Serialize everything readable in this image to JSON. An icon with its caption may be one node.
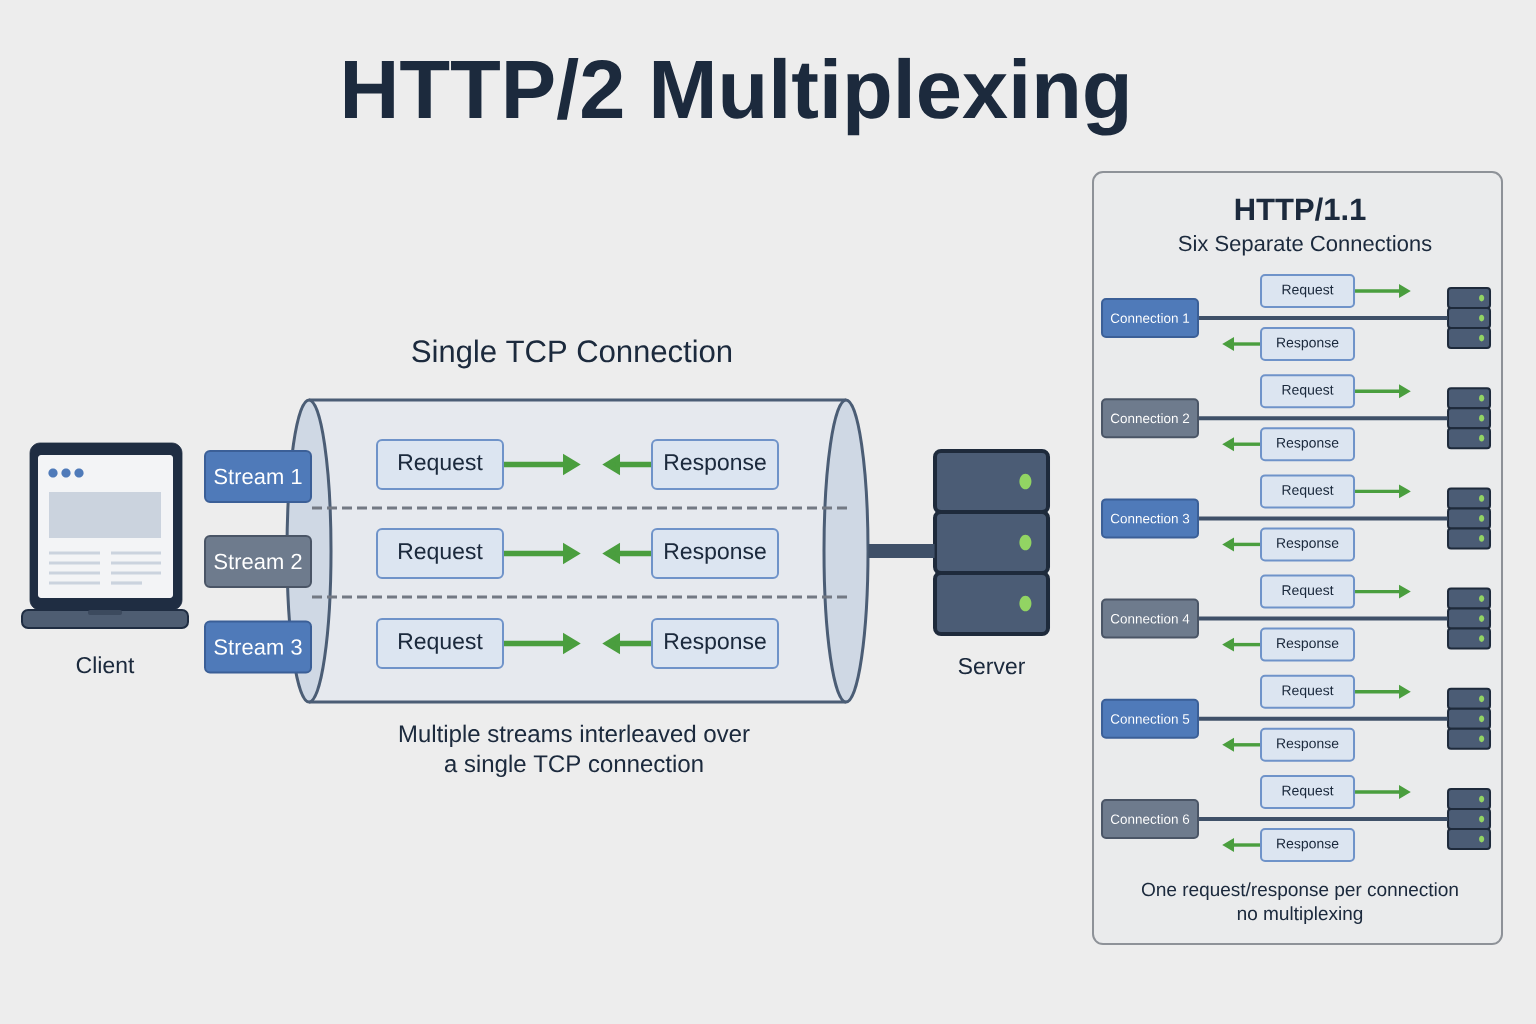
{
  "diagram": {
    "title": "HTTP/2 Multiplexing",
    "nodes": [
      {
        "text": [],
        "shape": "picture",
        "beside": [
          "Client"
        ]
      },
      {
        "text": [
          "Stream 1"
        ]
      },
      {
        "text": [
          "Stream 2"
        ]
      },
      {
        "text": [
          "Stream 3"
        ]
      },
      {
        "text": [
          "Single TCP Connection"
        ],
        "beside": [
          "Multiple streams interleaved over a single TCP connection"
        ]
      },
      {
        "text": [
          "Request"
        ],
        "in": 4
      },
      {
        "text": [
          "Response"
        ],
        "in": 4
      },
      {
        "text": [
          "Request"
        ],
        "in": 4
      },
      {
        "text": [
          "Response"
        ],
        "in": 4
      },
      {
        "text": [
          "Request"
        ],
        "in": 4
      },
      {
        "text": [
          "Response"
        ],
        "in": 4
      },
      {
        "text": [],
        "shape": "picture",
        "beside": [
          "Server"
        ]
      },
      {
        "text": [
          "HTTP/1.1",
          "Six Separate Connections",
          "One request/response per connection no multiplexing"
        ]
      },
      {
        "text": [
          "Connection 1"
        ],
        "in": 12
      },
      {
        "text": [
          "Request"
        ],
        "in": 12
      },
      {
        "text": [
          "Response"
        ],
        "in": 12
      },
      {
        "text": [],
        "shape": "picture",
        "in": 12
      },
      {
        "text": [
          "Connection 2"
        ],
        "in": 12
      },
      {
        "text": [
          "Request"
        ],
        "in": 12
      },
      {
        "text": [
          "Response"
        ],
        "in": 12
      },
      {
        "text": [],
        "shape": "picture",
        "in": 12
      },
      {
        "text": [
          "Connection 3"
        ],
        "in": 12
      },
      {
        "text": [
          "Request"
        ],
        "in": 12
      },
      {
        "text": [
          "Response"
        ],
        "in": 12
      },
      {
        "text": [],
        "shape": "picture",
        "in": 12
      },
      {
        "text": [
          "Connection 4"
        ],
        "in": 12
      },
      {
        "text": [
          "Request"
        ],
        "in": 12
      },
      {
        "text": [
          "Response"
        ],
        "in": 12
      },
      {
        "text": [],
        "shape": "picture",
        "in": 12
      },
      {
        "text": [
          "Connection 5"
        ],
        "in": 12
      },
      {
        "text": [
          "Request"
        ],
        "in": 12
      },
      {
        "text": [
          "Response"
        ],
        "in": 12
      },
      {
        "text": [],
        "shape": "picture",
        "in": 12
      },
      {
        "text": [
          "Connection 6"
        ],
        "in": 12
      },
      {
        "text": [
          "Request"
        ],
        "in": 12
      },
      {
        "text": [
          "Response"
        ],
        "in": 12
      },
      {
        "text": [],
        "shape": "picture",
        "in": 12
      }
    ],
    "edges": [
      {
        "from": 5,
        "to": null,
        "arrow": "to"
      },
      {
        "from": 6,
        "to": null,
        "arrow": "to"
      },
      {
        "from": 7,
        "to": null,
        "arrow": "to"
      },
      {
        "from": 8,
        "to": null,
        "arrow": "to"
      },
      {
        "from": 9,
        "to": null,
        "arrow": "to"
      },
      {
        "from": 10,
        "to": null,
        "arrow": "to"
      },
      {
        "from": 4,
        "to": 11,
        "arrow": "none",
        "style": "thick",
        "color": "#3f5068"
      },
      {
        "from": 13,
        "to": 16,
        "arrow": "none",
        "color": "#3f5068"
      },
      {
        "from": 14,
        "to": null,
        "arrow": "to"
      },
      {
        "from": 15,
        "to": null,
        "arrow": "to"
      },
      {
        "from": 17,
        "to": 20,
        "arrow": "none",
        "color": "#3f5068"
      },
      {
        "from": 18,
        "to": null,
        "arrow": "to"
      },
      {
        "from": 19,
        "to": null,
        "arrow": "to"
      },
      {
        "from": 21,
        "to": 24,
        "arrow": "none",
        "color": "#3f5068"
      },
      {
        "from": 22,
        "to": null,
        "arrow": "to"
      },
      {
        "from": 23,
        "to": null,
        "arrow": "to"
      },
      {
        "from": 25,
        "to": 28,
        "arrow": "none",
        "color": "#3f5068"
      },
      {
        "from": 26,
        "to": null,
        "arrow": "to"
      },
      {
        "from": 27,
        "to": null,
        "arrow": "to"
      },
      {
        "from": 29,
        "to": 32,
        "arrow": "none",
        "color": "#3f5068"
      },
      {
        "from": 30,
        "to": null,
        "arrow": "to"
      },
      {
        "from": 31,
        "to": null,
        "arrow": "to"
      },
      {
        "from": 33,
        "to": 36,
        "arrow": "none",
        "color": "#3f5068"
      },
      {
        "from": 34,
        "to": null,
        "arrow": "to"
      },
      {
        "from": 35,
        "to": null,
        "arrow": "to"
      }
    ]
  }
}
